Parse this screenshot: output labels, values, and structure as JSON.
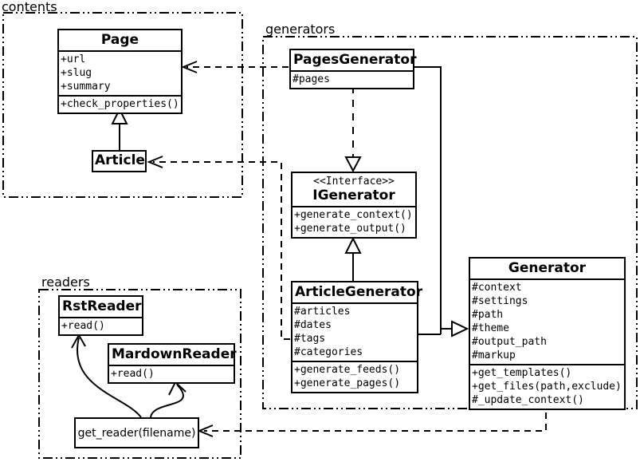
{
  "packages": {
    "contents": {
      "label": "contents"
    },
    "generators": {
      "label": "generators"
    },
    "readers": {
      "label": "readers"
    }
  },
  "classes": {
    "page": {
      "name": "Page",
      "attributes": [
        "+url",
        "+slug",
        "+summary"
      ],
      "methods": [
        "+check_properties()"
      ]
    },
    "article": {
      "name": "Article"
    },
    "pages_generator": {
      "name": "PagesGenerator",
      "attributes": [
        "#pages"
      ]
    },
    "igenerator": {
      "stereotype": "<<Interface>>",
      "name": "IGenerator",
      "methods": [
        "+generate_context()",
        "+generate_output()"
      ]
    },
    "article_generator": {
      "name": "ArticleGenerator",
      "attributes": [
        "#articles",
        "#dates",
        "#tags",
        "#categories"
      ],
      "methods": [
        "+generate_feeds()",
        "+generate_pages()"
      ]
    },
    "generator": {
      "name": "Generator",
      "attributes": [
        "#context",
        "#settings",
        "#path",
        "#theme",
        "#output_path",
        "#markup"
      ],
      "methods": [
        "+get_templates()",
        "+get_files(path,exclude)",
        "#_update_context()"
      ]
    },
    "rst_reader": {
      "name": "RstReader",
      "methods": [
        "+read()"
      ]
    },
    "mardown_reader": {
      "name": "MardownReader",
      "methods": [
        "+read()"
      ]
    },
    "get_reader": {
      "name": "get_reader(filename)"
    }
  },
  "relations": [
    {
      "type": "generalization",
      "from": "Article",
      "to": "Page"
    },
    {
      "type": "realization",
      "from": "PagesGenerator",
      "to": "IGenerator"
    },
    {
      "type": "generalization",
      "from": "ArticleGenerator",
      "to": "IGenerator"
    },
    {
      "type": "generalization",
      "from": "PagesGenerator",
      "to": "Generator"
    },
    {
      "type": "generalization",
      "from": "ArticleGenerator",
      "to": "Generator"
    },
    {
      "type": "dependency",
      "from": "PagesGenerator",
      "to": "Page"
    },
    {
      "type": "dependency",
      "from": "ArticleGenerator",
      "to": "Article"
    },
    {
      "type": "dependency",
      "from": "Generator",
      "to": "get_reader(filename)"
    },
    {
      "type": "association",
      "from": "get_reader(filename)",
      "to": "RstReader"
    },
    {
      "type": "association",
      "from": "get_reader(filename)",
      "to": "MardownReader"
    }
  ],
  "colors": {
    "stroke": "#000000",
    "fill": "#ffffff"
  }
}
